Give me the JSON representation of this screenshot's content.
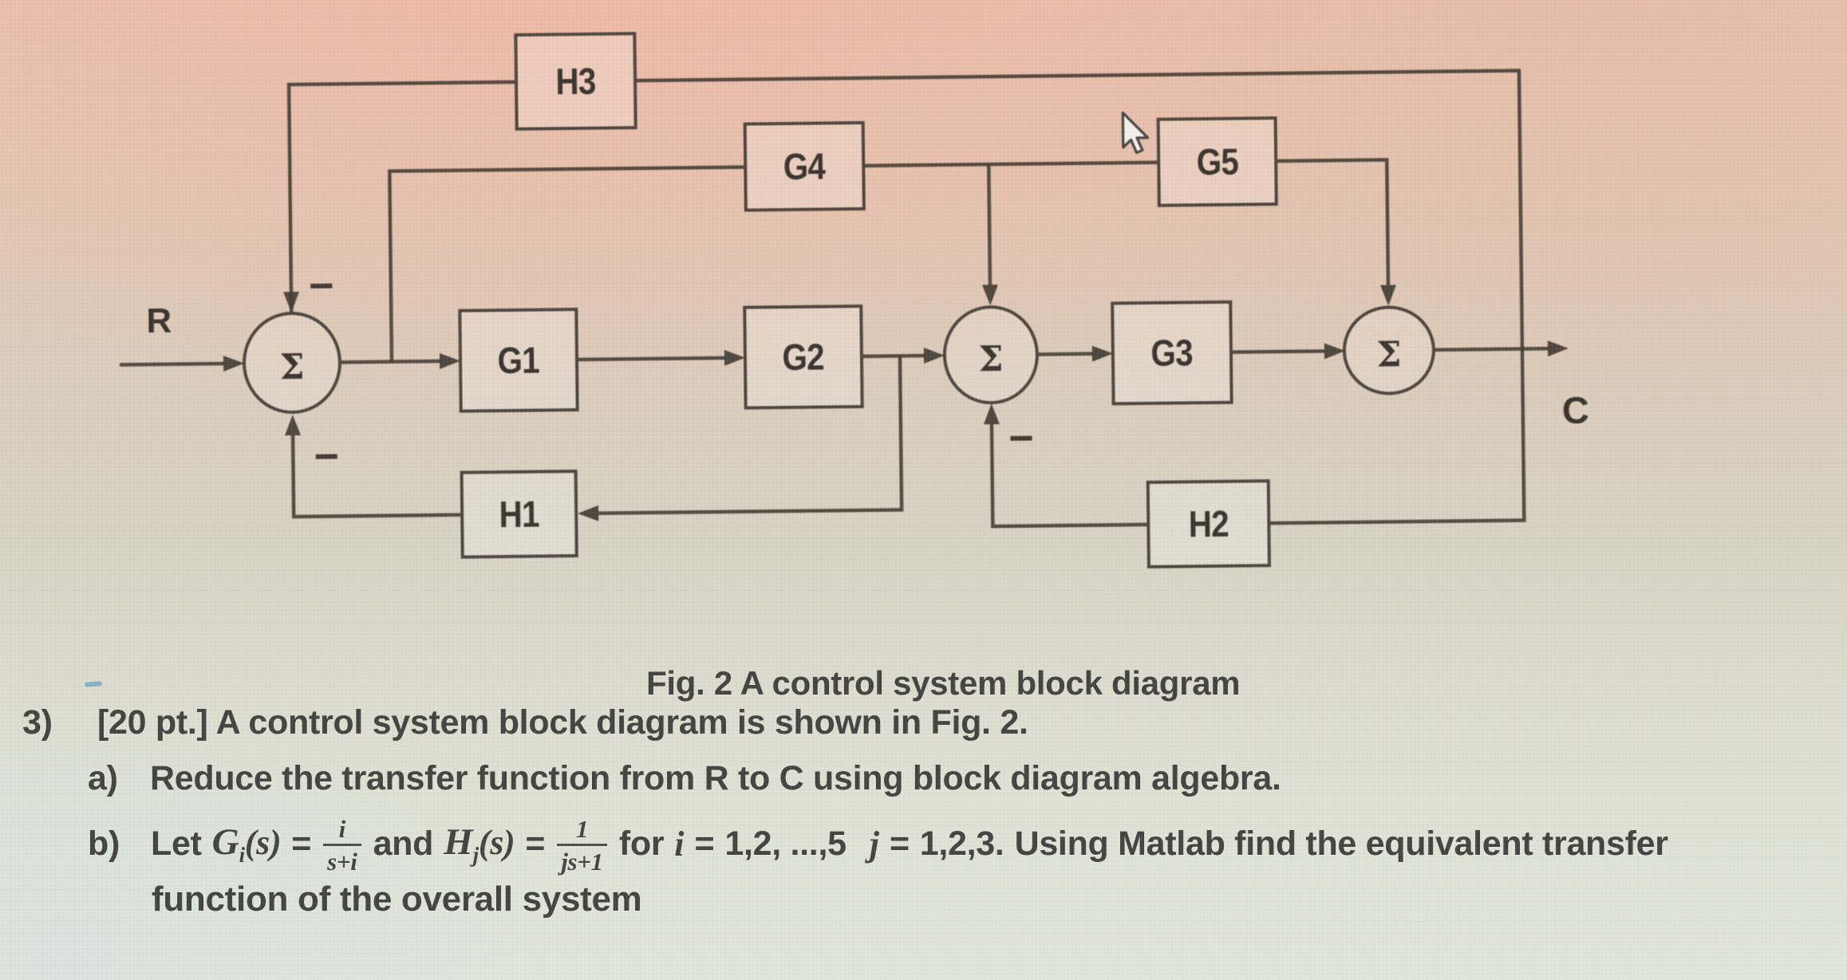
{
  "figure": {
    "caption": "Fig. 2 A control system block diagram",
    "source_label": "R",
    "output_label": "C",
    "sum_symbol": "Σ",
    "minus_sign": "−",
    "blocks": {
      "g1": "G1",
      "g2": "G2",
      "g3": "G3",
      "g4": "G4",
      "g5": "G5",
      "h1": "H1",
      "h2": "H2",
      "h3": "H3"
    }
  },
  "problem": {
    "number": "3)",
    "statement": "[20 pt.] A control system block diagram is shown in Fig. 2.",
    "part_a": {
      "label": "a)",
      "text": "Reduce the transfer function from R to C using block diagram algebra."
    },
    "part_b": {
      "label": "b)",
      "let_word": "Let",
      "g_var": "G",
      "g_sub": "i",
      "g_args": "(s)",
      "eq1": "=",
      "frac1": {
        "num": "i",
        "den": "s+i"
      },
      "and_word": "and",
      "h_var": "H",
      "h_sub": "j",
      "h_args": "(s)",
      "eq2": "=",
      "frac2": {
        "num": "1",
        "den": "js+1"
      },
      "for_word": "for",
      "i_var": "i",
      "eq3": "=",
      "i_values": "1,2, ...,5",
      "j_var": "j",
      "eq4": "=",
      "j_values": "1,2,3.",
      "tail": "Using Matlab find the equivalent transfer",
      "tail2": "function of the overall system"
    }
  }
}
